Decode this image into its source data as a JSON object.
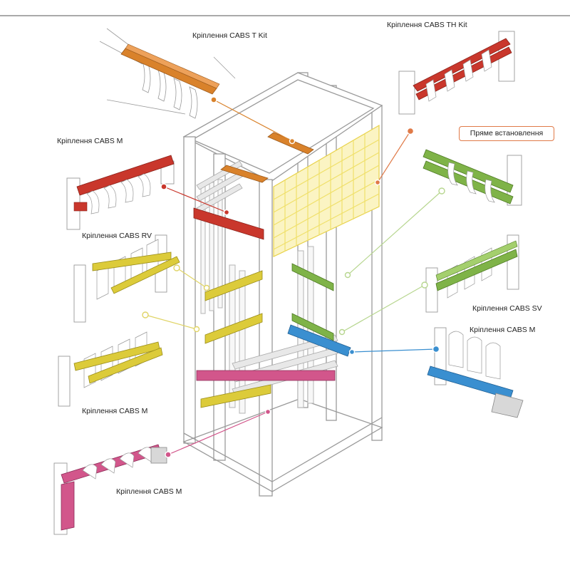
{
  "labels": {
    "cabs_t_kit": "Кріплення CABS T Kit",
    "cabs_th_kit": "Кріплення CABS TH Kit",
    "cabs_m_top": "Кріплення CABS M",
    "direct_install": "Пряме встановлення",
    "cabs_rv": "Кріплення CABS RV",
    "cabs_sv": "Кріплення CABS SV",
    "cabs_m_right": "Кріплення CABS M",
    "cabs_m_left": "Кріплення CABS M",
    "cabs_m_bottom": "Кріплення CABS M"
  },
  "colors": {
    "orange": "#d9822b",
    "red": "#c9372c",
    "yellow": "#dccb3a",
    "green": "#7fb348",
    "blue": "#3a8fd0",
    "pink": "#d2568b",
    "frame": "#9a9a9a",
    "grid": "#f0e06a"
  }
}
